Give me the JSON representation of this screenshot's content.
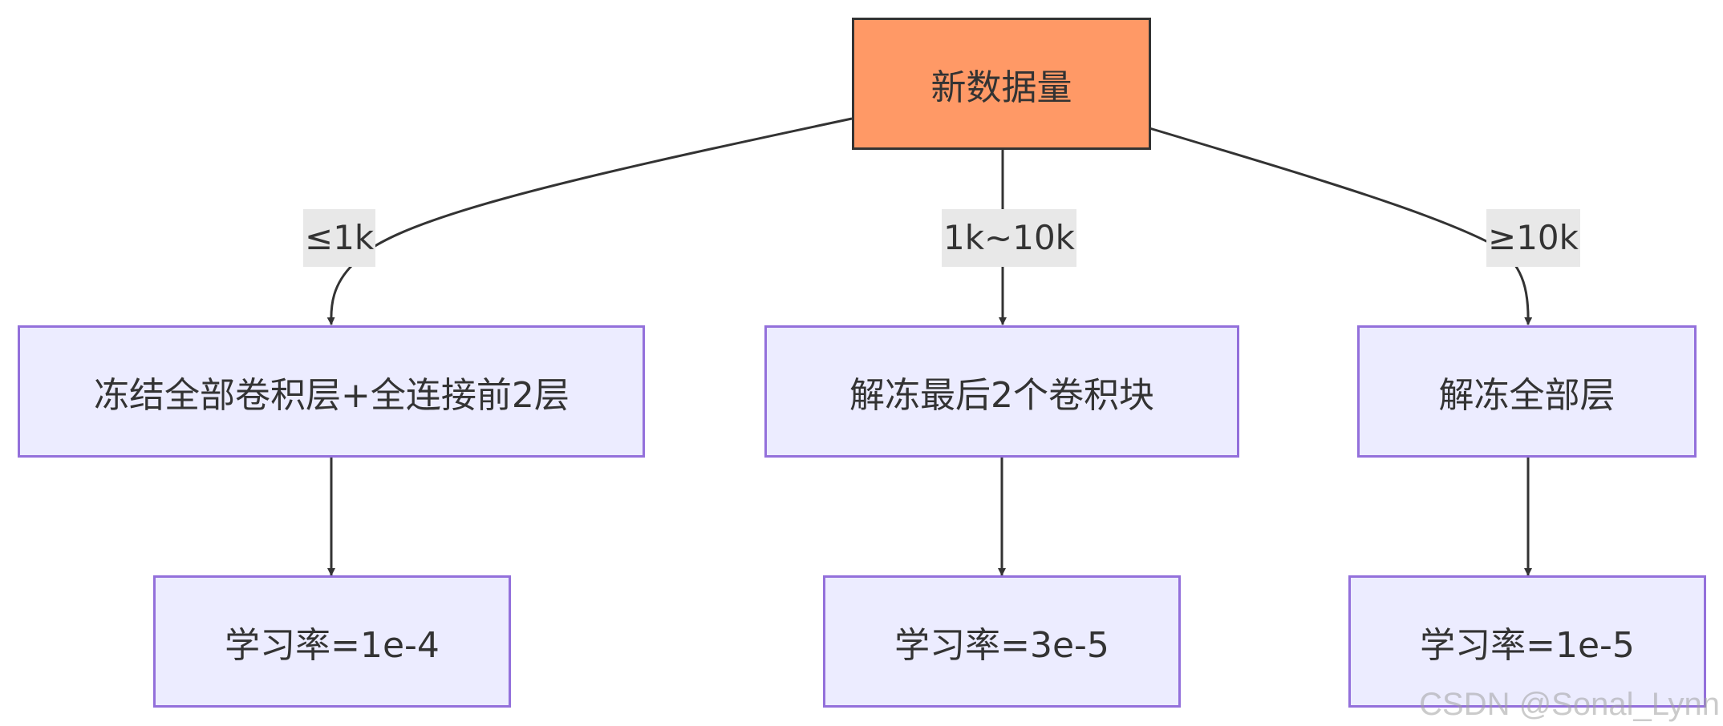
{
  "diagram": {
    "root": {
      "label": "新数据量",
      "color": "#ff9966"
    },
    "branches": [
      {
        "condition": "≤1k",
        "strategy": "冻结全部卷积层+全连接前2层",
        "learning_rate": "学习率=1e-4"
      },
      {
        "condition": "1k~10k",
        "strategy": "解冻最后2个卷积块",
        "learning_rate": "学习率=3e-5"
      },
      {
        "condition": "≥10k",
        "strategy": "解冻全部层",
        "learning_rate": "学习率=1e-5"
      }
    ],
    "colors": {
      "node_fill": "#ececff",
      "node_border": "#9370db",
      "edge": "#333333",
      "label_bg": "#e8e8e8"
    }
  },
  "watermark": "CSDN @Sonal_Lynn"
}
